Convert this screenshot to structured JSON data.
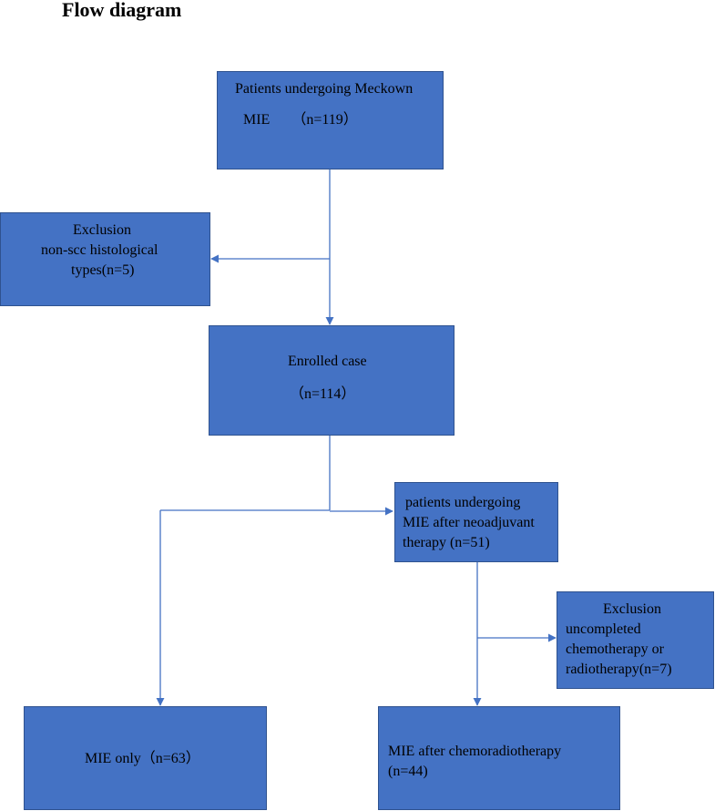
{
  "title": "Flow diagram",
  "colors": {
    "box_fill": "#4472c4",
    "box_border": "#2f528f",
    "connector": "#4472c4"
  },
  "nodes": {
    "patients_meckown": {
      "lines": [
        "Patients undergoing Meckown",
        "MIE　　（n=119）"
      ]
    },
    "exclusion_non_scc": {
      "lines": [
        "Exclusion",
        "non-scc histological",
        "types(n=5)"
      ]
    },
    "enrolled_case": {
      "lines": [
        "Enrolled case",
        "（n=114）"
      ]
    },
    "neoadjuvant": {
      "lines": [
        "patients undergoing",
        "MIE after neoadjuvant",
        "therapy (n=51)"
      ]
    },
    "exclusion_uncompleted": {
      "lines": [
        "Exclusion",
        "uncompleted",
        "chemotherapy or",
        "radiotherapy(n=7)"
      ]
    },
    "mie_only": {
      "lines": [
        "MIE only（n=63）"
      ]
    },
    "mie_after_crt": {
      "lines": [
        "MIE after chemoradiotherapy",
        "(n=44)"
      ]
    }
  }
}
